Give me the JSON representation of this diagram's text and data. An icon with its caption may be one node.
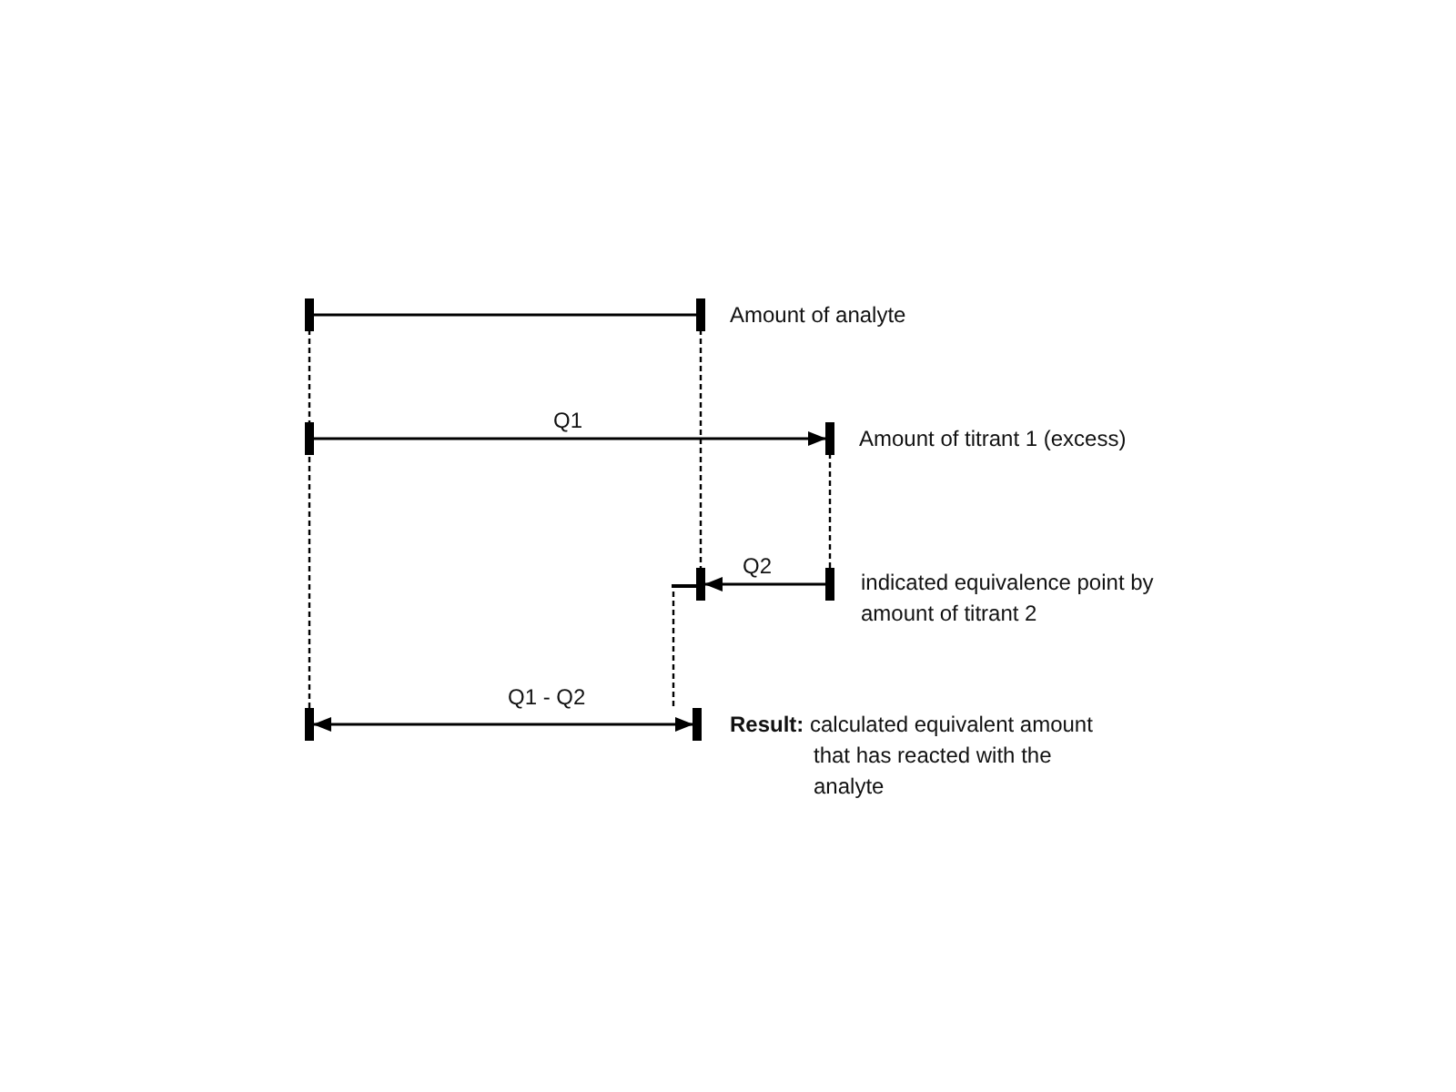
{
  "diagram": {
    "labels": [
      "Amount of analyte",
      "Q1",
      "Amount of titrant 1 (excess)",
      "Q2",
      "indicated equivalence point by amount of titrant 2",
      "Q1 - Q2",
      "**Result:** calculated equivalent amount that has reacted with the analyte"
    ]
  }
}
